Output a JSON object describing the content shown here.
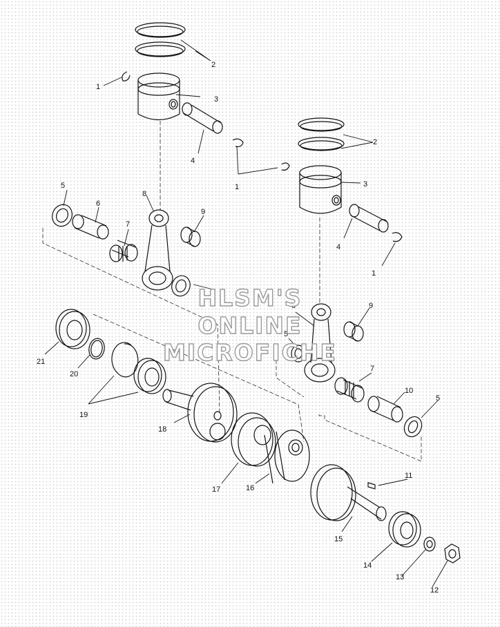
{
  "watermark": {
    "line1": "HLSM'S",
    "line2": "ONLINE",
    "line3": "MICROFICHE"
  },
  "labels": {
    "l1a": "1",
    "l2a": "2",
    "l3a": "3",
    "l4a": "4",
    "l1b": "1",
    "l2b": "2",
    "l3b": "3",
    "l4b": "4",
    "l1c": "1",
    "l5a": "5",
    "l6": "6",
    "l7a": "7",
    "l8a": "8",
    "l9a": "9",
    "l8b": "8",
    "l9b": "9",
    "l5b": "5",
    "l7b": "7",
    "l10": "10",
    "l5c": "5",
    "l11": "11",
    "l12": "12",
    "l13": "13",
    "l14": "14",
    "l15": "15",
    "l16": "16",
    "l17": "17",
    "l18": "18",
    "l19": "19",
    "l20": "20",
    "l21": "21"
  }
}
